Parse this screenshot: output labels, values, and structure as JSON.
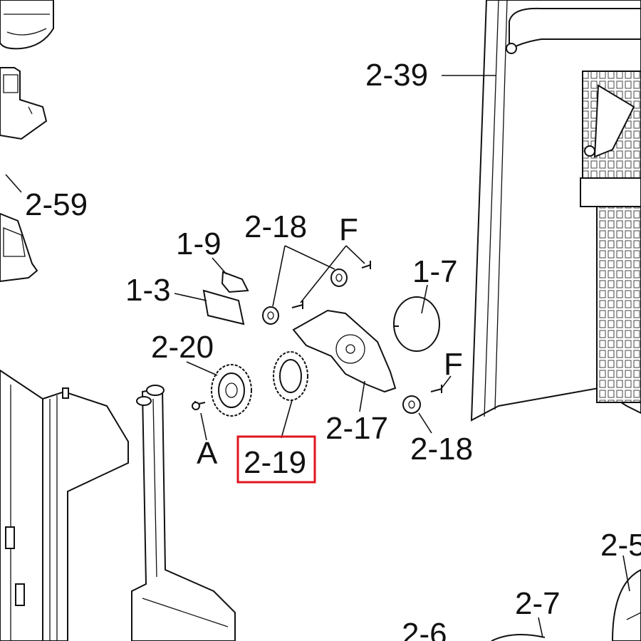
{
  "diagram": {
    "highlight_color": "#e0141e",
    "highlighted_part": "2-19",
    "labels": {
      "p2_39": "2-39",
      "p2_59": "2-59",
      "p1_9": "1-9",
      "p2_18_top": "2-18",
      "f_top": "F",
      "p1_7": "1-7",
      "p1_3": "1-3",
      "p2_20": "2-20",
      "f_right": "F",
      "p2_17": "2-17",
      "a": "A",
      "p2_19": "2-19",
      "p2_18_right": "2-18",
      "p2_5": "2-5",
      "p2_7": "2-7",
      "p2_6": "2-6"
    }
  }
}
